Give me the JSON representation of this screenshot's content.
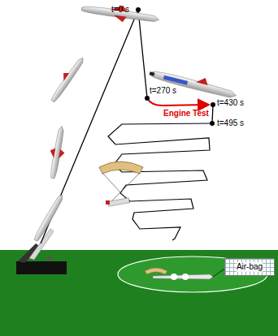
{
  "diagram": {
    "nodes": [
      {
        "text": [
          "Air-bag"
        ]
      }
    ],
    "labels": [
      "t=0 s",
      "t=270 s",
      "Engine Test",
      "t=430 s",
      "t=495 s"
    ]
  }
}
